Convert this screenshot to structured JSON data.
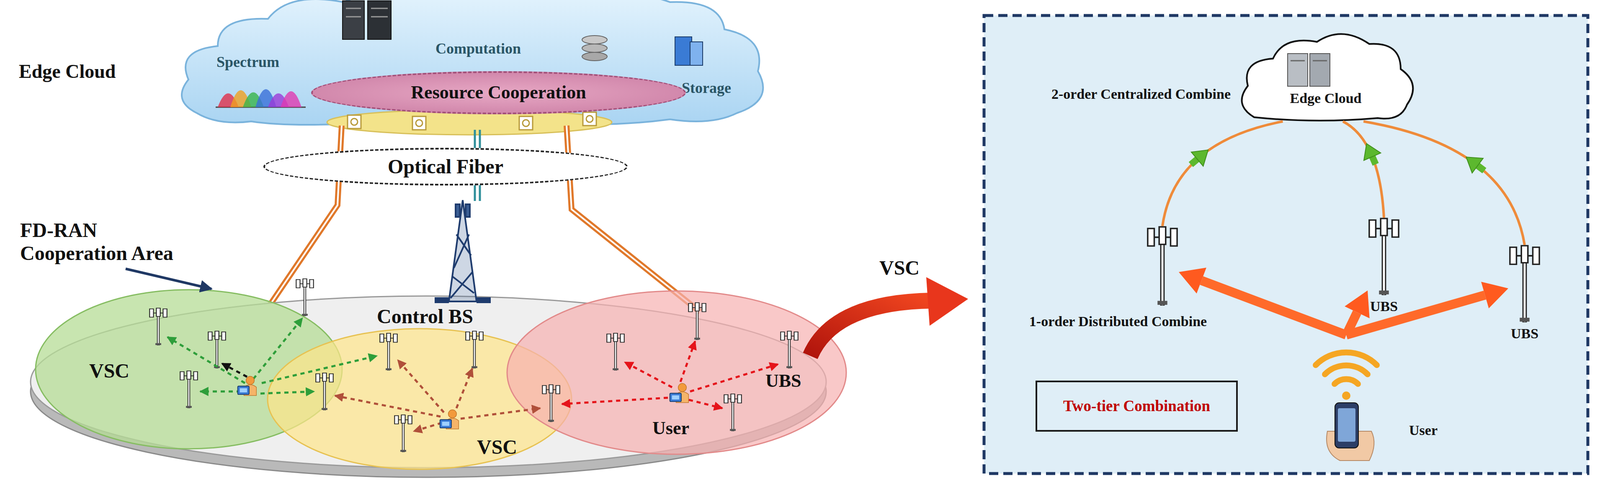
{
  "diagram": {
    "nodes": [
      {
        "text": [
          "Edge Cloud",
          "Spectrum",
          "Computation",
          "Storage"
        ]
      },
      {
        "text": [
          "Resource Cooperation"
        ],
        "in": 0
      },
      {
        "text": [
          "Optical Fiber"
        ]
      },
      {
        "text": [
          "FD-RAN Cooperation Area"
        ]
      },
      {
        "text": [
          "VSC"
        ],
        "in": 3
      },
      {
        "text": [
          "VSC"
        ],
        "in": 3
      },
      {
        "text": [
          "UBS",
          "User"
        ],
        "in": 3
      },
      {
        "text": [
          "Edge Cloud"
        ]
      },
      {
        "text": [
          "1-order Distributed Combine"
        ]
      },
      {
        "text": [
          "UBS"
        ]
      },
      {
        "text": [
          "UBS"
        ]
      },
      {
        "text": [
          "Two-tier Combination"
        ]
      },
      {
        "text": [
          "User"
        ]
      }
    ],
    "edges": [
      {
        "from": 12,
        "to": 8,
        "arrow": "to"
      },
      {
        "from": 12,
        "to": 9,
        "arrow": "to"
      },
      {
        "from": 12,
        "to": 10,
        "arrow": "to"
      },
      {
        "from": 8,
        "to": 7,
        "arrow": "to"
      },
      {
        "from": 9,
        "to": 7,
        "arrow": "to"
      },
      {
        "from": 10,
        "to": 7,
        "arrow": "to"
      }
    ],
    "labels": [
      "VSC",
      "Control BS",
      "2-order Centralized Combine"
    ]
  }
}
